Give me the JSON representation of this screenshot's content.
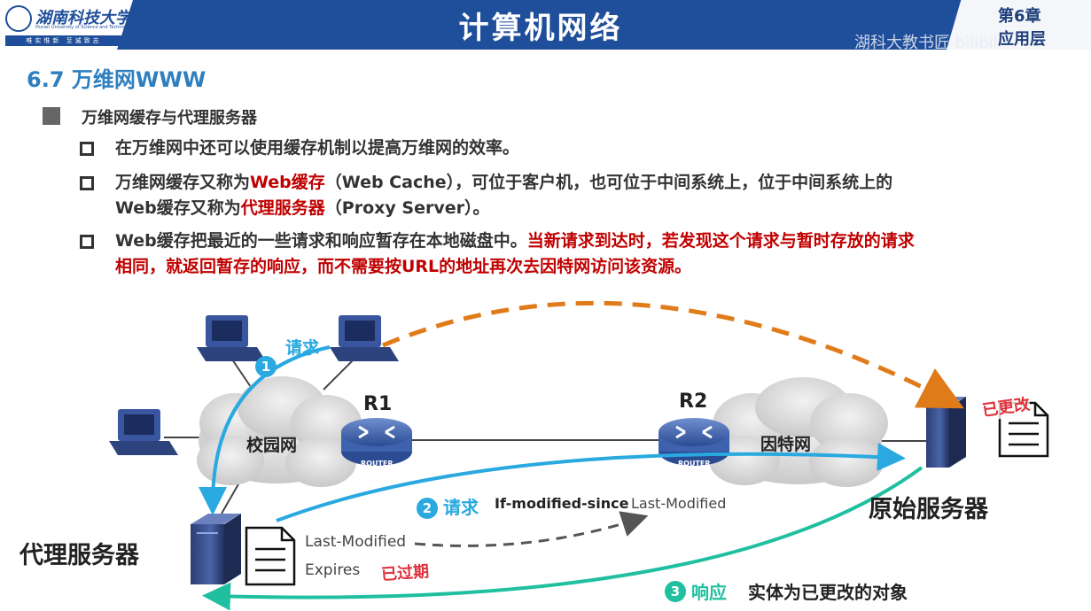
{
  "header": {
    "university_name": "湖南科技大学",
    "university_en": "Hunan University of Science and Technology",
    "motto": "唯实惟新 至诚致志",
    "title": "计算机网络",
    "chapter": "第6章",
    "chapter_name": "应用层",
    "watermark": "湖科大教书匠 bilibili"
  },
  "section": {
    "title": "6.7 万维网WWW",
    "subtitle": "万维网缓存与代理服务器"
  },
  "points": {
    "p1": "在万维网中还可以使用缓存机制以提高万维网的效率。",
    "p2_a": "万维网缓存又称为",
    "p2_b": "Web缓存",
    "p2_c": "（Web Cache），可位于客户机，也可位于中间系统上，位于中间系统上的",
    "p2_d": "Web缓存又称为",
    "p2_e": "代理服务器",
    "p2_f": "（Proxy Server）。",
    "p3_a": "Web缓存把最近的一些请求和响应暂存在本地磁盘中。",
    "p3_b": "当新请求到达时，若发现这个请求与暂时存放的请求",
    "p3_c": "相同，就返回暂存的响应，而不需要按URL的地址再次去因特网访问该资源。"
  },
  "diagram": {
    "campus_net": "校园网",
    "internet": "因特网",
    "r1": "R1",
    "r2": "R2",
    "router_text": "ROUTER",
    "proxy_label": "代理服务器",
    "origin_label": "原始服务器",
    "step1_num": "1",
    "step1_label": "请求",
    "step2_num": "2",
    "step2_label": "请求",
    "step2_header": "If-modified-since",
    "step2_value": "Last-Modified",
    "step3_num": "3",
    "step3_label": "响应",
    "step3_desc": "实体为已更改的对象",
    "doc_field1": "Last-Modified",
    "doc_field2": "Expires",
    "expired_tag": "已过期",
    "changed_tag": "已更改"
  },
  "colors": {
    "header_bg": "#1f4e9a",
    "section_blue": "#2e7fc0",
    "emphasis_red": "#c00000",
    "request_cyan": "#29a9e0",
    "response_teal": "#1fbf9f",
    "dashed_orange": "#e07b1a",
    "dashed_gray": "#555555",
    "tag_red": "#e0303a"
  }
}
